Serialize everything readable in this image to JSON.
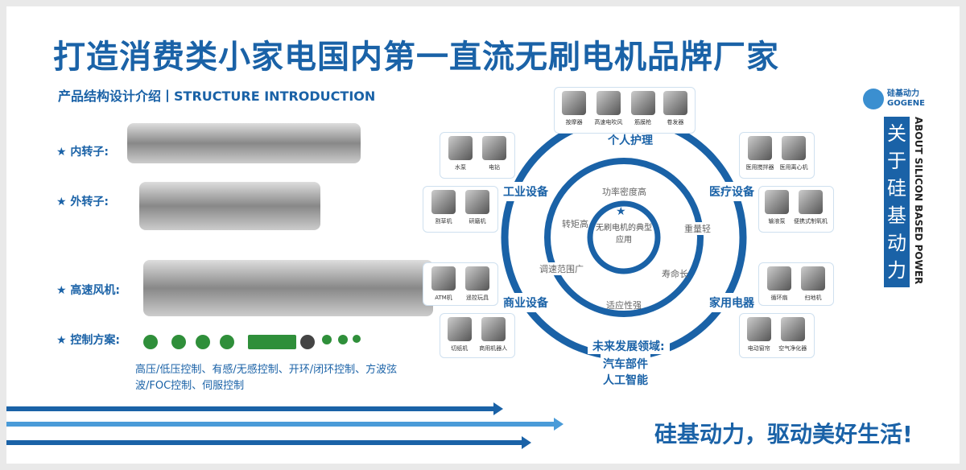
{
  "title": "打造消费类小家电国内第一直流无刷电机品牌厂家",
  "subtitle": "产品结构设计介绍丨STRUCTURE INTRODUCTION",
  "structure": [
    {
      "label": "★ 内转子:"
    },
    {
      "label": "★ 外转子:"
    },
    {
      "label": "★ 高速风机:"
    },
    {
      "label": "★ 控制方案:"
    }
  ],
  "control_text": "高压/低压控制、有感/无感控制、开环/闭环控制、方波弦波/FOC控制、伺服控制",
  "diagram": {
    "center_icon": "star-icon",
    "center": "无刷电机的典型应用",
    "features": [
      "功率密度高",
      "重量轻",
      "寿命长",
      "适应性强",
      "调速范围广",
      "转矩高"
    ],
    "categories": [
      "个人护理",
      "医疗设备",
      "家用电器",
      "商业设备",
      "工业设备"
    ],
    "future_title": "未来发展领域:",
    "future": [
      "汽车部件",
      "人工智能"
    ],
    "products": {
      "personal": [
        "按摩器",
        "高速电吹风",
        "筋膜枪",
        "卷发器"
      ],
      "pump": [
        "水泵",
        "电钻"
      ],
      "tools": [
        "割草机",
        "研磨机"
      ],
      "atm": [
        "ATM机",
        "遥控玩具"
      ],
      "paper": [
        "切纸机",
        "商用机器人"
      ],
      "med1": [
        "医用搅拌器",
        "医用离心机"
      ],
      "med2": [
        "输液泵",
        "便携式制氧机"
      ],
      "home1": [
        "循环扇",
        "扫地机"
      ],
      "home2": [
        "电动窗帘",
        "空气净化器"
      ]
    }
  },
  "brand": {
    "cn": "硅基动力",
    "en": "GOGENE",
    "about_cn": "关于硅基动力",
    "about_en": "ABOUT SILICON BASED POWER"
  },
  "slogan": "硅基动力，驱动美好生活!",
  "colors": {
    "primary": "#1a62a7",
    "light": "#4a9bd8"
  }
}
